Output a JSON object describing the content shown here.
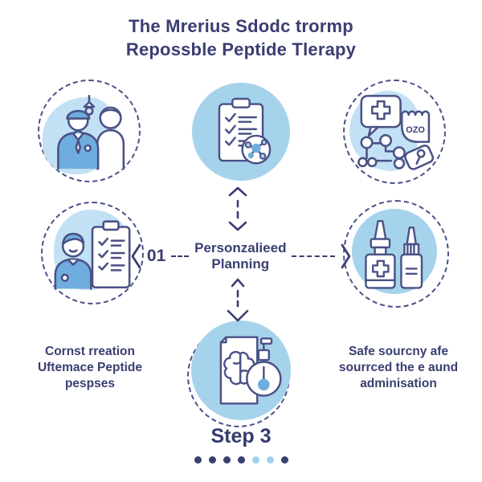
{
  "title": {
    "line1": "The Mrerius Sdodc trormp",
    "line2": "Repossble Peptide Tlerapy"
  },
  "flow": {
    "step_number": "01",
    "center_label_line1": "Personzalieed",
    "center_label_line2": "Planning"
  },
  "captions": {
    "bottom_left": {
      "line1": "Cornst rreation",
      "line2": "Uftemace Peptide",
      "line3": "pespses"
    },
    "bottom_right": {
      "line1": "Safe sourcny afe",
      "line2": "sourrced the e aund",
      "line3": "adminisation"
    }
  },
  "icons": {
    "top_left": "doctor-patient-consultation",
    "top_center": "clipboard-checklist-molecule",
    "top_right": "medicine-speech-bubble-pill-pack",
    "middle_left": "doctor-with-checklist",
    "middle_right": "nasal-spray-bottles",
    "bottom_center": "brain-document-spray-flask",
    "pill_pack_label": "OZO"
  },
  "footer": {
    "step_label": "Step 3"
  },
  "pagination": {
    "dot_classes": [
      "dot dark",
      "dot dark",
      "dot dark",
      "dot dark",
      "dot light",
      "dot light",
      "dot dark"
    ]
  },
  "colors": {
    "navy_text": "#3a3e72",
    "outline": "#4a5186",
    "circle_fill": "#a6d3ec",
    "blob_fill": "#c2e1f4",
    "accent_blue": "#6fadde",
    "dot_light": "#a0d2ef"
  }
}
